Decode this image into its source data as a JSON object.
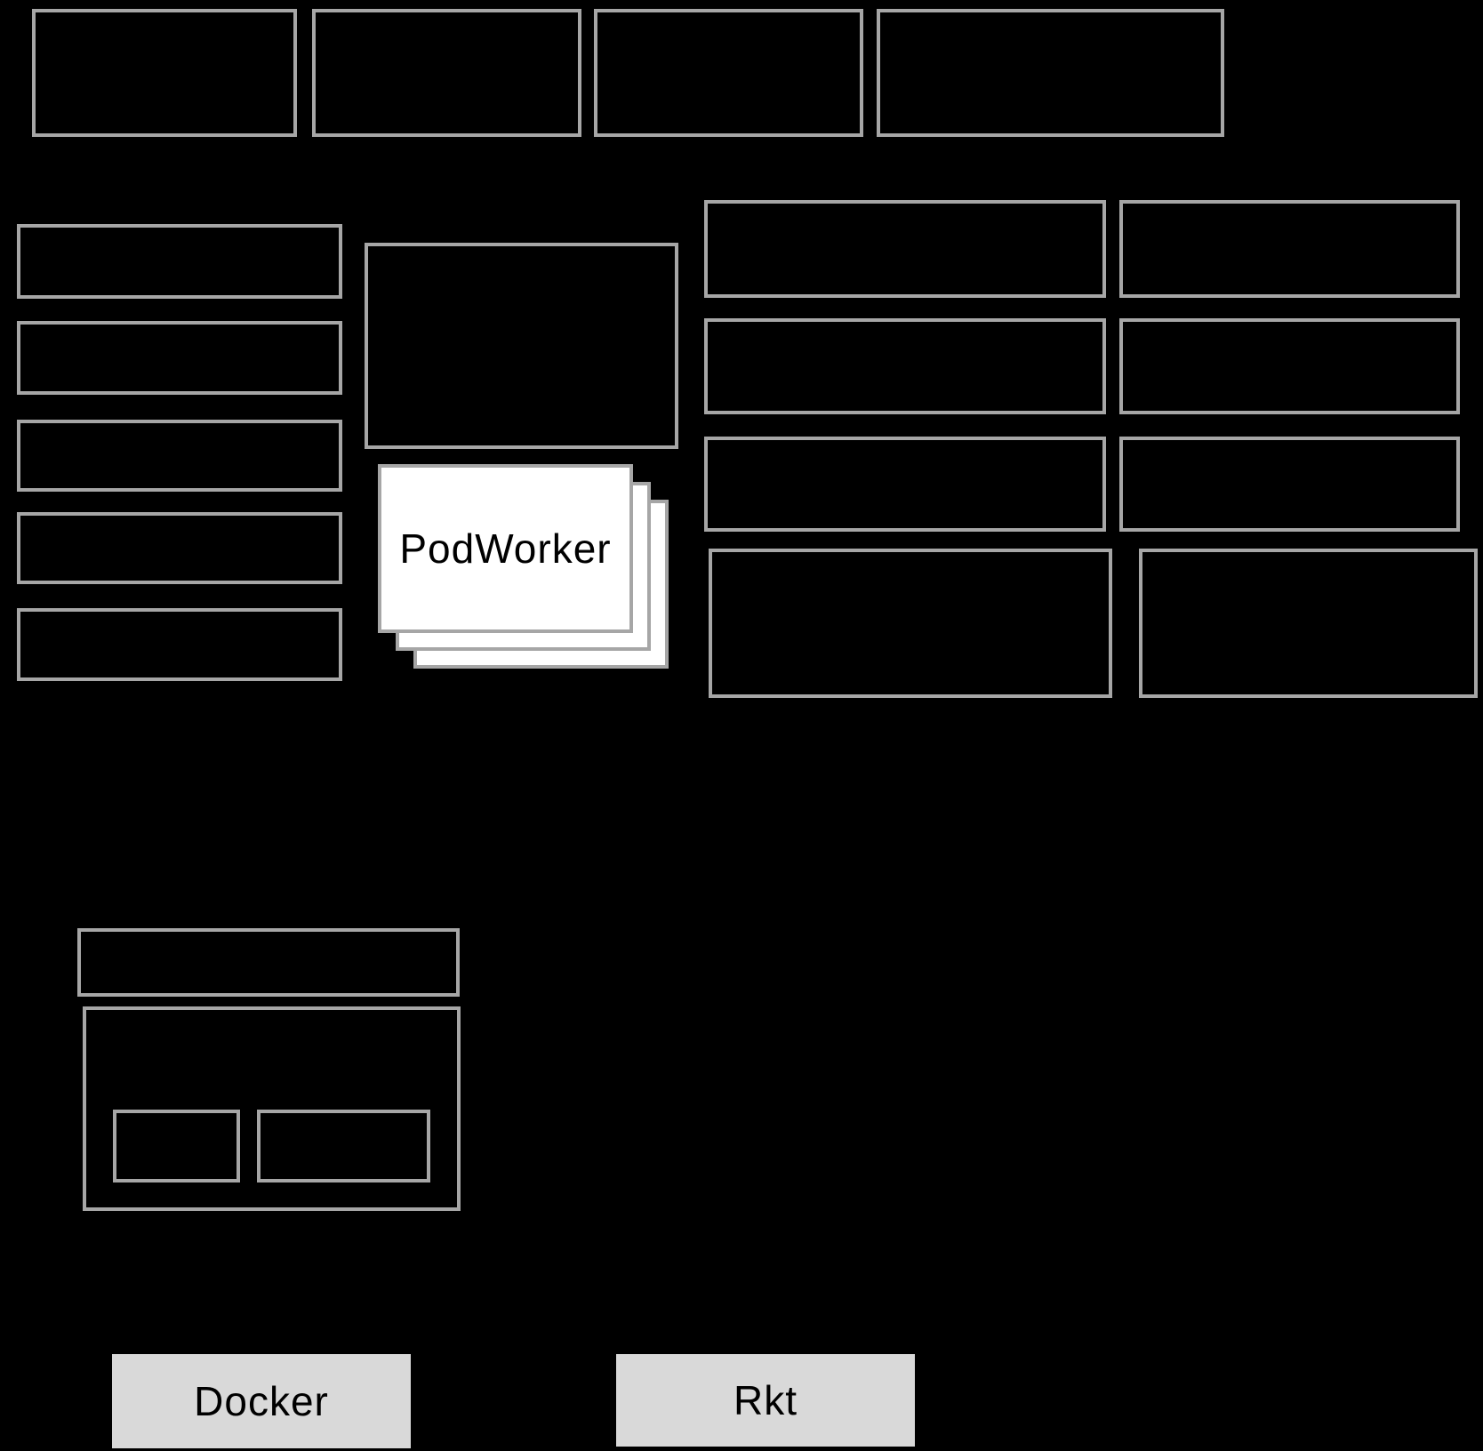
{
  "canvas": {
    "background": "#000000"
  },
  "styles": {
    "box_border_color": "#a6a6a6",
    "box_fill": "#000000",
    "card_fill": "#ffffff",
    "runtime_fill": "#d9d9d9",
    "text_color": "#000000"
  },
  "pod_worker": {
    "label": "PodWorker",
    "stack_count": 3
  },
  "runtimes": [
    {
      "label": "Docker"
    },
    {
      "label": "Rkt"
    }
  ]
}
